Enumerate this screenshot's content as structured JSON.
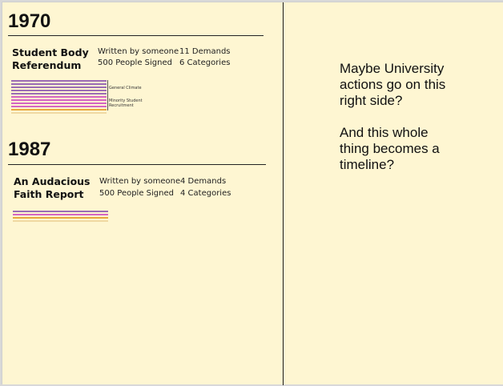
{
  "entries": [
    {
      "year": "1970",
      "title": "Student Body\nReferendum",
      "author": "Written by someone",
      "signed": "500 People Signed",
      "demands": "11 Demands",
      "categories": "6 Categories",
      "bar_colors": [
        "#9b6cb5",
        "#9b6cb5",
        "#9b6cb5",
        "#9b6cb5",
        "#9b6cb5",
        "#d565c2",
        "#d565c2",
        "#d565c2",
        "#d565c2",
        "#e9a83f",
        "#f0d9a3"
      ],
      "category_labels": [
        "General Climate",
        "Minority Student\nRecruitment"
      ]
    },
    {
      "year": "1987",
      "title": "An Audacious\nFaith Report",
      "author": "Written by someone",
      "signed": "500 People Signed",
      "demands": "4 Demands",
      "categories": "4 Categories",
      "bar_colors": [
        "#9b6cb5",
        "#d565c2",
        "#e9a83f",
        "#f0d9a3"
      ]
    }
  ],
  "note": {
    "line1": "Maybe University\nactions go on this\nright side?",
    "line2": "And this whole\nthing becomes a\ntimeline?"
  }
}
